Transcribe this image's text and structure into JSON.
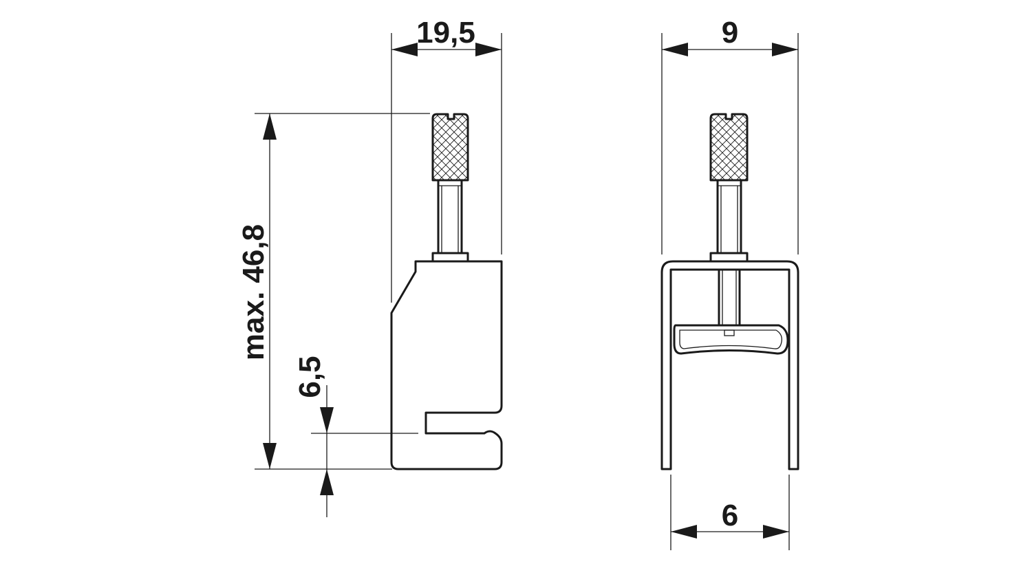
{
  "drawing": {
    "side_view": {
      "width_label": "19,5",
      "height_label": "max. 46,8",
      "slot_label": "6,5"
    },
    "front_view": {
      "top_width_label": "9",
      "bottom_width_label": "6"
    }
  }
}
